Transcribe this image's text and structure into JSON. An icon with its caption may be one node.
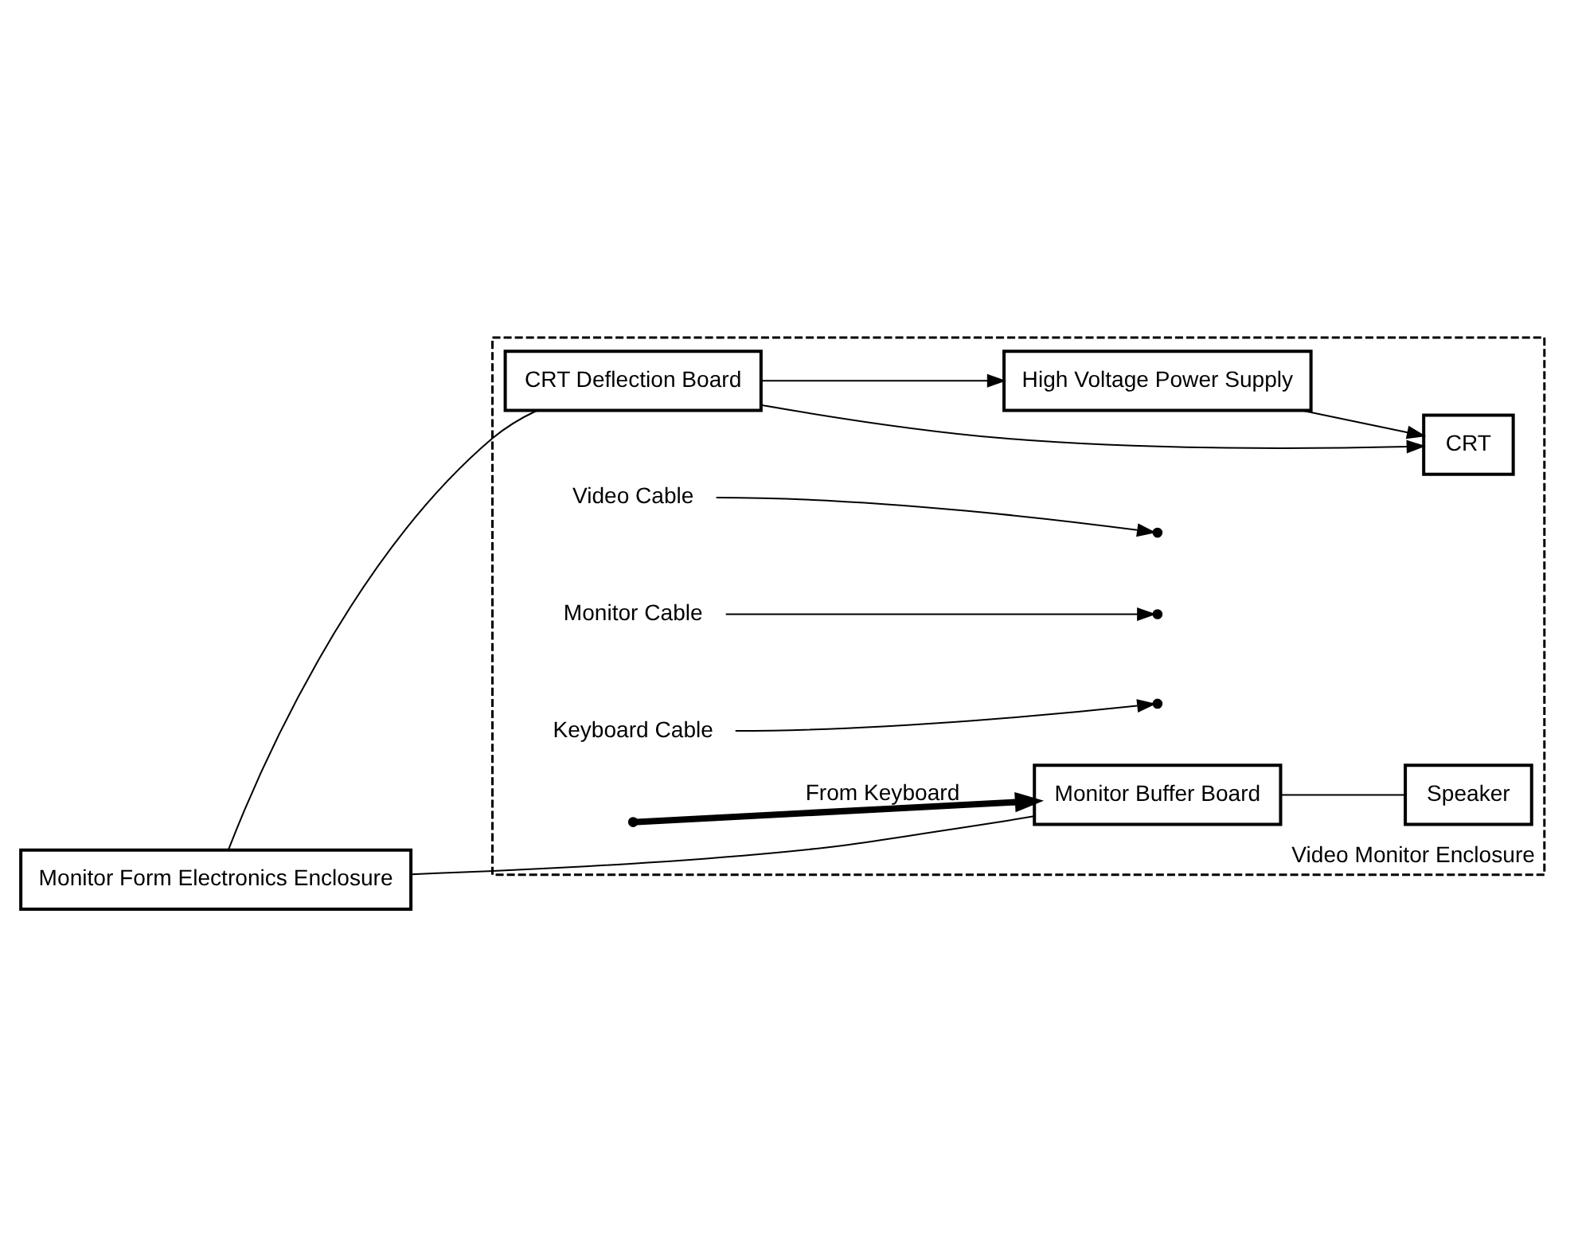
{
  "diagram": {
    "nodes": [
      {
        "text": [
          "Video Monitor Enclosure"
        ]
      },
      {
        "text": [
          "Monitor Form Electronics Enclosure"
        ]
      },
      {
        "text": [
          "CRT Deflection Board"
        ],
        "in": 0
      },
      {
        "text": [
          "CRT"
        ],
        "in": 0
      },
      {
        "text": [
          "High Voltage Power Supply"
        ],
        "in": 0
      },
      {
        "text": [
          "Monitor Buffer Board"
        ],
        "in": 0
      },
      {
        "text": [
          "Speaker"
        ],
        "in": 0
      },
      {
        "text": [
          "Video Cable"
        ],
        "in": 0
      },
      {
        "text": [
          "Monitor Cable"
        ],
        "in": 0
      },
      {
        "text": [
          "Keyboard Cable"
        ],
        "in": 0
      }
    ],
    "edges": [
      {
        "from": 1,
        "to": 5,
        "arrow": "none"
      },
      {
        "from": 1,
        "to": 2,
        "arrow": "none"
      },
      {
        "from": 2,
        "to": 3,
        "arrow": "to"
      },
      {
        "from": 2,
        "to": 4,
        "arrow": "to"
      },
      {
        "from": 4,
        "to": 3,
        "arrow": "to"
      },
      {
        "from": 5,
        "to": 6,
        "arrow": "none"
      },
      {
        "from": null,
        "to": 5,
        "arrow": "to",
        "style": "thick",
        "label": "From Keyboard"
      },
      {
        "from": 7,
        "to": null,
        "arrow": "to"
      },
      {
        "from": 8,
        "to": null,
        "arrow": "to"
      },
      {
        "from": 9,
        "to": null,
        "arrow": "to"
      }
    ]
  }
}
